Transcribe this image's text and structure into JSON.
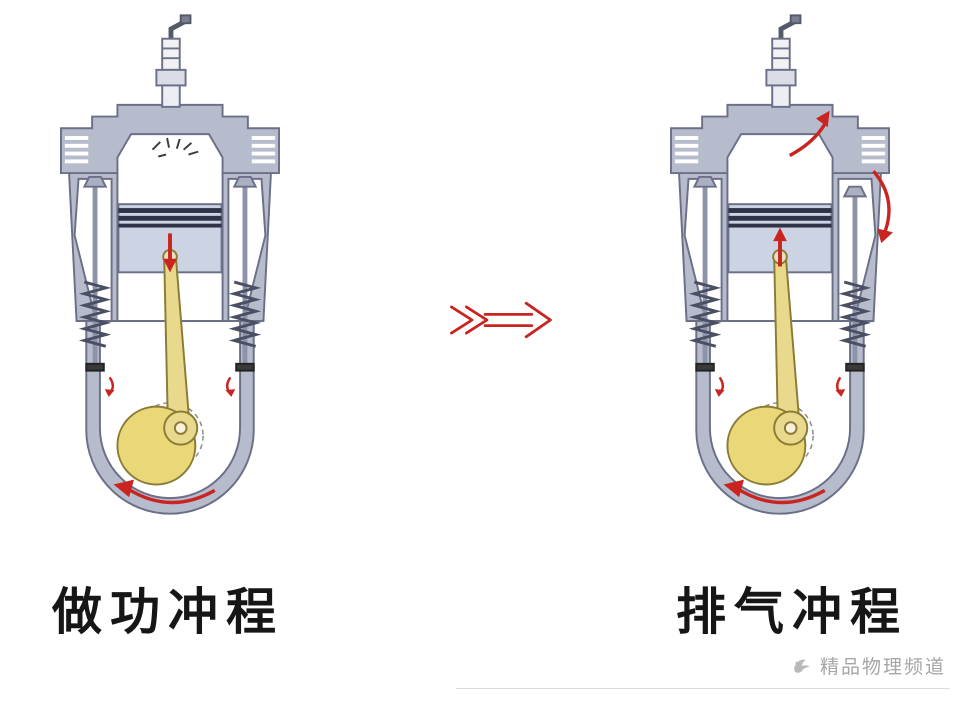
{
  "labels": {
    "left": "做功冲程",
    "right": "排气冲程"
  },
  "watermark": {
    "text": "精品物理频道"
  },
  "diagrams": [
    {
      "name": "power-stroke",
      "label": "做功冲程",
      "piston_motion": "down",
      "valves": "both closed",
      "features": [
        "combustion-sparks",
        "downward-piston-arrow",
        "counterclockwise-crank-arrow"
      ]
    },
    {
      "name": "exhaust-stroke",
      "label": "排气冲程",
      "piston_motion": "up",
      "valves": "exhaust open",
      "features": [
        "upward-piston-arrow",
        "exhaust-flow-arrows",
        "counterclockwise-crank-arrow"
      ]
    }
  ],
  "icons": {
    "transition": "double-right-arrow-icon",
    "crank_rotation": "curved-rotation-arrow-icon",
    "piston_down": "down-arrow-icon",
    "piston_up": "up-arrow-icon",
    "exhaust_flow": "curved-exhaust-arrow-icon",
    "logo": "channel-logo-icon"
  },
  "colors": {
    "engine_body": "#b7bccd",
    "engine_outline": "#6b7088",
    "piston": "#ccd4e3",
    "piston_rings": "#2f3347",
    "rod_crank_yellow": "#e9d98d",
    "crank_weight": "#ead878",
    "accent_red": "#c9241f",
    "label_text": "#161616",
    "watermark_gray": "#a6a6a6",
    "background": "#ffffff"
  }
}
